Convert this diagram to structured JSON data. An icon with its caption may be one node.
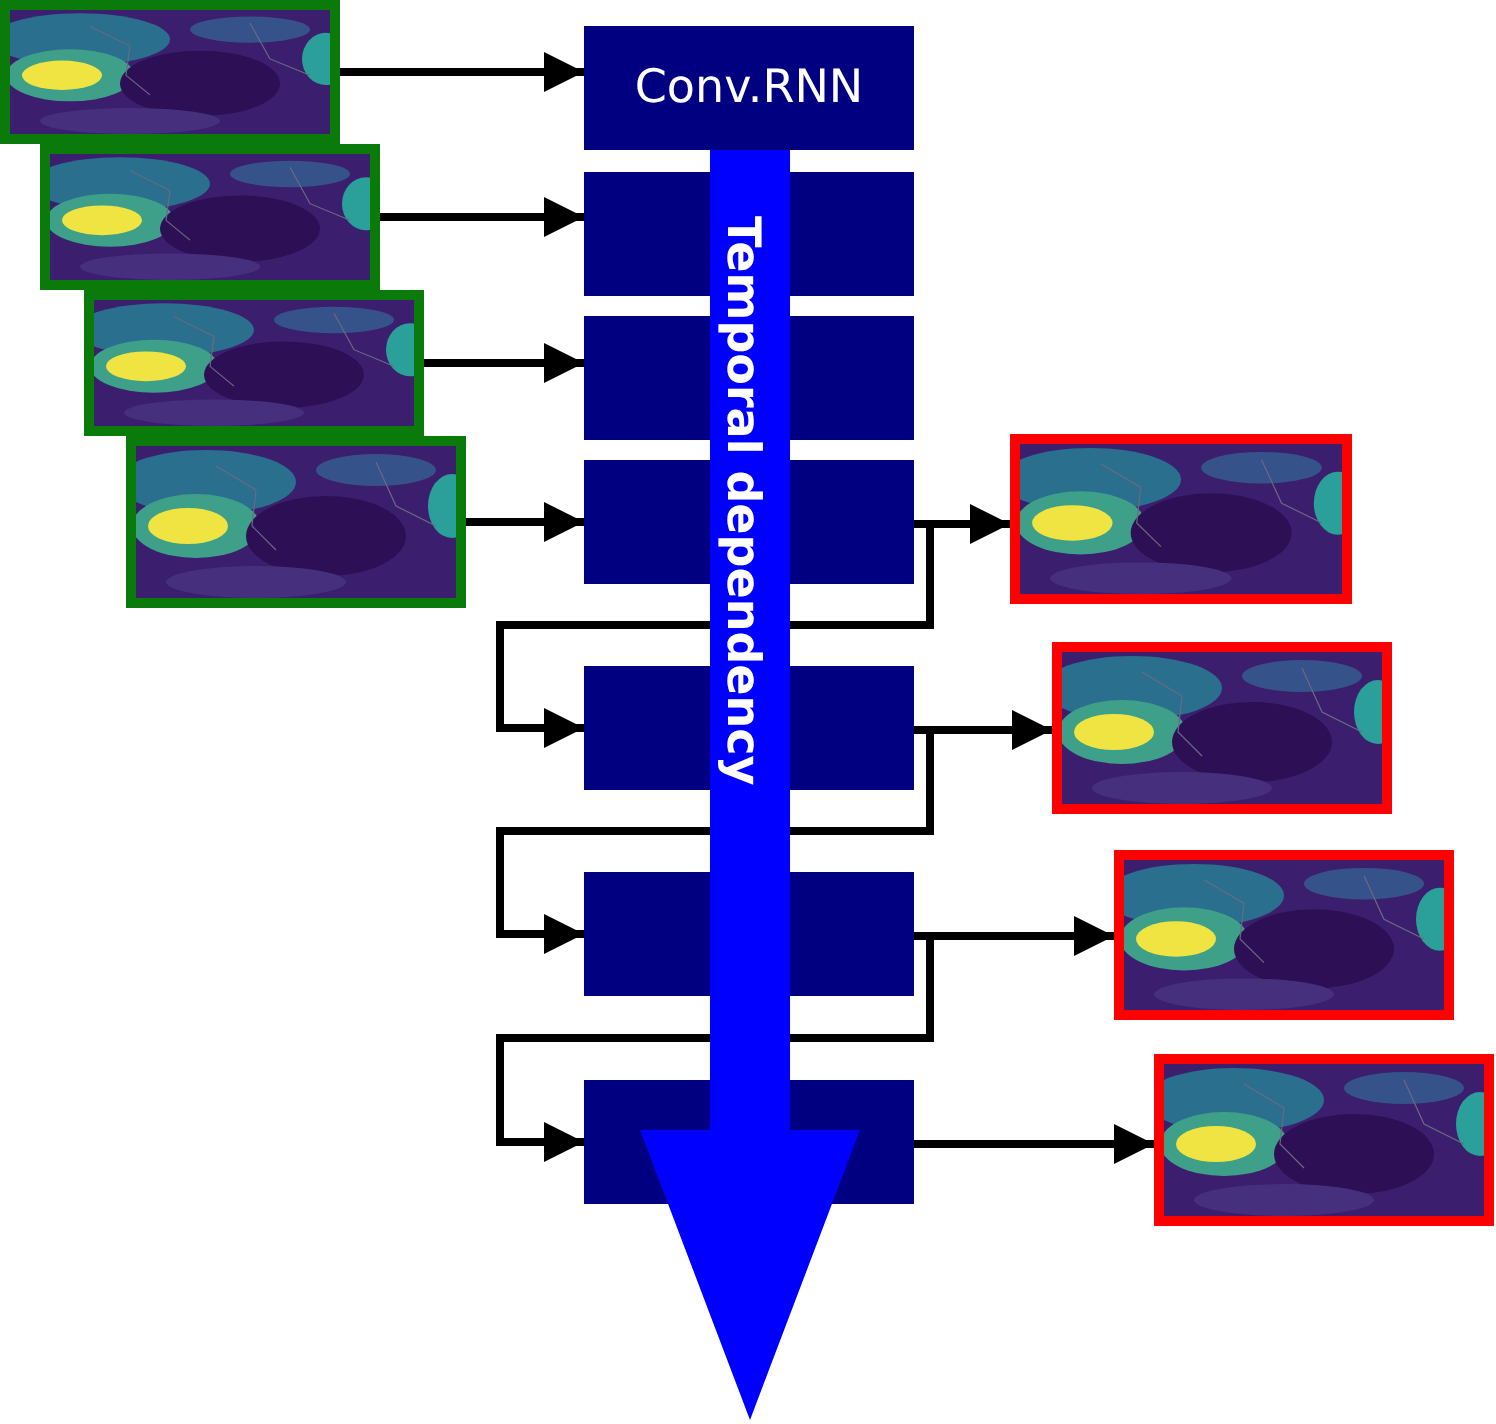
{
  "diagram": {
    "nodes": [
      {
        "text": [],
        "shape": "picture"
      },
      {
        "text": [],
        "shape": "picture"
      },
      {
        "text": [],
        "shape": "picture"
      },
      {
        "text": [],
        "shape": "picture"
      },
      {
        "text": [
          "Conv.RNN"
        ]
      },
      {
        "text": [],
        "shape": "box"
      },
      {
        "text": [],
        "shape": "box"
      },
      {
        "text": [],
        "shape": "box"
      },
      {
        "text": [],
        "shape": "box"
      },
      {
        "text": [],
        "shape": "box"
      },
      {
        "text": [],
        "shape": "box"
      },
      {
        "text": [],
        "shape": "picture"
      },
      {
        "text": [],
        "shape": "picture"
      },
      {
        "text": [],
        "shape": "picture"
      },
      {
        "text": [],
        "shape": "picture"
      }
    ],
    "edges": [
      {
        "from": 0,
        "to": 4,
        "arrow": "to"
      },
      {
        "from": 1,
        "to": 5,
        "arrow": "to"
      },
      {
        "from": 2,
        "to": 6,
        "arrow": "to"
      },
      {
        "from": 3,
        "to": 7,
        "arrow": "to"
      },
      {
        "from": 7,
        "to": 11,
        "arrow": "to"
      },
      {
        "from": 7,
        "to": 8,
        "arrow": "to"
      },
      {
        "from": 8,
        "to": 12,
        "arrow": "to"
      },
      {
        "from": 8,
        "to": 9,
        "arrow": "to"
      },
      {
        "from": 9,
        "to": 13,
        "arrow": "to"
      },
      {
        "from": 9,
        "to": 10,
        "arrow": "to"
      },
      {
        "from": 10,
        "to": 14,
        "arrow": "to"
      }
    ],
    "labels": [
      "Temporal dependency"
    ]
  }
}
